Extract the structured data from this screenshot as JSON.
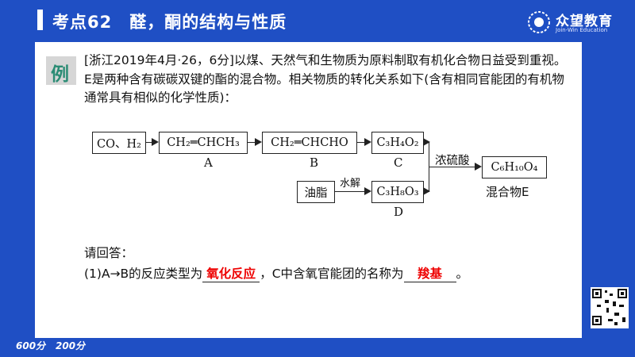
{
  "header": {
    "title": "考点62　醛，酮的结构与性质",
    "logo_cn": "众望教育",
    "logo_en": "Join-Win Education"
  },
  "example": {
    "tag": "例",
    "question": "[浙江2019年4月·26，6分]以煤、天然气和生物质为原料制取有机化合物日益受到重视。E是两种含有碳碳双键的酯的混合物。相关物质的转化关系如下(含有相同官能团的有机物通常具有相似的化学性质)："
  },
  "diagram": {
    "start": "CO、H₂",
    "A_formula": "CH₂═CHCH₃",
    "B_formula": "CH₂═CHCHO",
    "C_formula": "C₃H₄O₂",
    "D_formula": "C₃H₈O₃",
    "E_formula": "C₆H₁₀O₄",
    "oil": "油脂",
    "hydrolysis": "水解",
    "acid": "浓硫酸",
    "label_A": "A",
    "label_B": "B",
    "label_C": "C",
    "label_D": "D",
    "label_E": "混合物E"
  },
  "answer": {
    "prompt": "请回答：",
    "q1_a": "(1)A→B的反应类型为",
    "q1_blank1": "氧化反应",
    "q1_b": "，C中含氧官能团的名称为",
    "q1_blank2": "羧基",
    "q1_end": "。"
  },
  "footer": {
    "badge1": "600分",
    "badge2": "200分"
  }
}
